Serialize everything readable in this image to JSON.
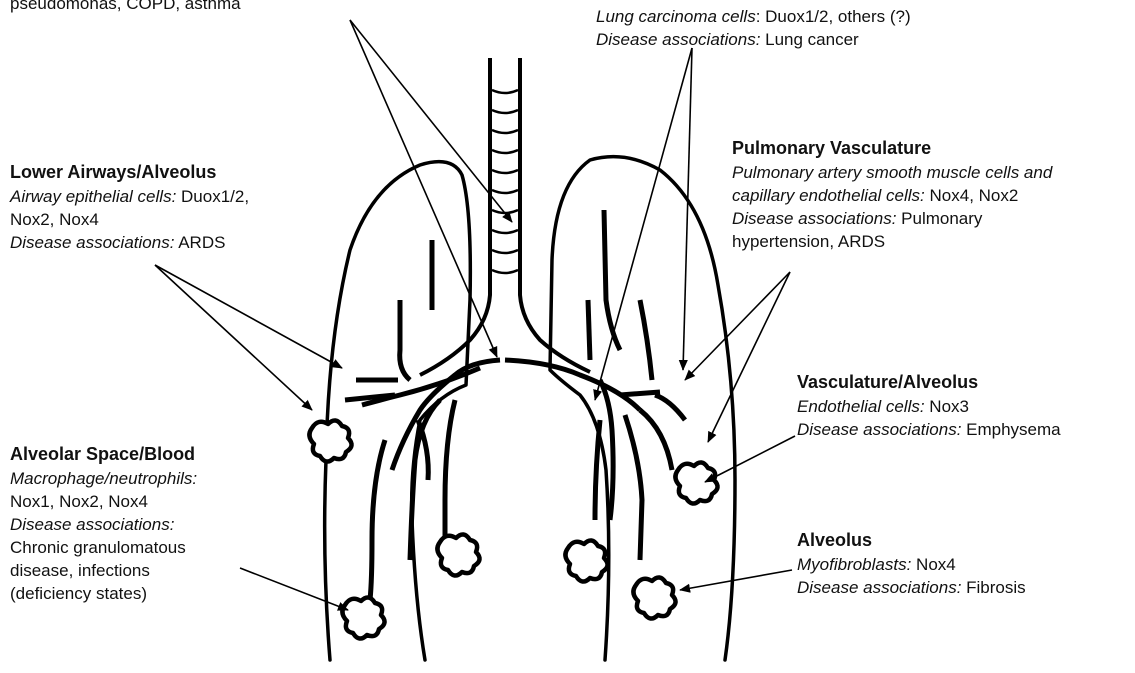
{
  "labels": {
    "upper_airways": {
      "line1": "pseudomonas, COPD, asthma"
    },
    "lung_carcinoma": {
      "line1_italic": "Lung carcinoma cells",
      "line1_rest": ": Duox1/2, others (?)",
      "line2_italic": "Disease associations:",
      "line2_rest": " Lung cancer"
    },
    "lower_airways": {
      "title": "Lower Airways/Alveolus",
      "line1_italic": "Airway epithelial cells:",
      "line1_rest": " Duox1/2,",
      "line2": "Nox2, Nox4",
      "line3_italic": "Disease associations:",
      "line3_rest": " ARDS"
    },
    "pulmonary_vasculature": {
      "title": "Pulmonary Vasculature",
      "line1_italic": "Pulmonary artery smooth muscle cells and",
      "line2_italic": "capillary endothelial cells:",
      "line2_rest": " Nox4, Nox2",
      "line3_italic": "Disease associations:",
      "line3_rest": " Pulmonary",
      "line4": "hypertension, ARDS"
    },
    "vasculature_alveolus": {
      "title": "Vasculature/Alveolus",
      "line1_italic": "Endothelial cells:",
      "line1_rest": " Nox3",
      "line2_italic": "Disease associations:",
      "line2_rest": " Emphysema"
    },
    "alveolar_space": {
      "title": "Alveolar Space/Blood",
      "line1_italic": "Macrophage/neutrophils:",
      "line2": "Nox1, Nox2, Nox4",
      "line3_italic": "Disease associations:",
      "line4": "Chronic granulomatous",
      "line5": "disease, infections",
      "line6": "(deficiency states)"
    },
    "alveolus": {
      "title": "Alveolus",
      "line1_italic": "Myofibroblasts:",
      "line1_rest": " Nox4",
      "line2_italic": "Disease associations:",
      "line2_rest": " Fibrosis"
    }
  }
}
